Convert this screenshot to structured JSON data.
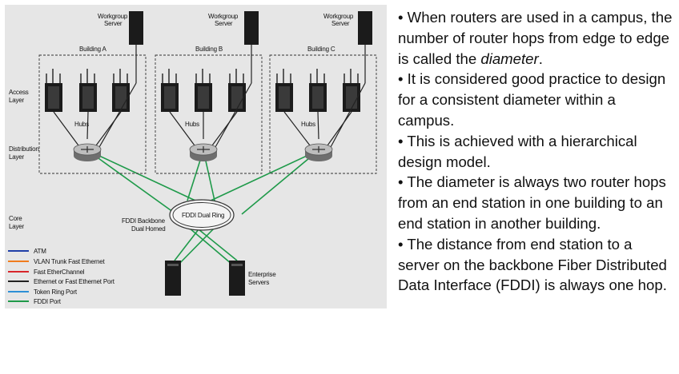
{
  "diagram": {
    "buildings": [
      {
        "label": "Building A",
        "server_label_1": "Workgroup",
        "server_label_2": "Server"
      },
      {
        "label": "Building B",
        "server_label_1": "Workgroup",
        "server_label_2": "Server"
      },
      {
        "label": "Building C",
        "server_label_1": "Workgroup",
        "server_label_2": "Server"
      }
    ],
    "hubs_label": "Hubs",
    "layers": {
      "access_1": "Access",
      "access_2": "Layer",
      "distribution_1": "Distribution",
      "distribution_2": "Layer",
      "core_1": "Core",
      "core_2": "Layer"
    },
    "fddi_ring_label": "FDDI Dual Ring",
    "fddi_backbone_1": "FDDI Backbone",
    "fddi_backbone_2": "Dual Homed",
    "enterprise_1": "Enterprise",
    "enterprise_2": "Servers",
    "legend": [
      {
        "label": "ATM",
        "color": "#1f3fa8"
      },
      {
        "label": "VLAN Trunk Fast Ethernet",
        "color": "#f07c1e"
      },
      {
        "label": "Fast EtherChannel",
        "color": "#d8262b"
      },
      {
        "label": "Ethernet or Fast Ethernet Port",
        "color": "#222222"
      },
      {
        "label": "Token Ring Port",
        "color": "#2e8fd6"
      },
      {
        "label": "FDDI Port",
        "color": "#1f9a4a"
      }
    ]
  },
  "bullets": {
    "b1_a": "• When routers are used in a campus, the number of router hops from edge to edge is called the ",
    "b1_em": "diameter",
    "b1_b": ".",
    "b2": "• It is considered good practice to design for a consistent diameter within a campus.",
    "b3": "• This is achieved with a hierarchical design model.",
    "b4": "• The diameter is always two router hops from an end station in one building to an end station in another building.",
    "b5": "• The distance from end station to a server on the backbone Fiber Distributed Data Interface (FDDI) is always one hop."
  }
}
